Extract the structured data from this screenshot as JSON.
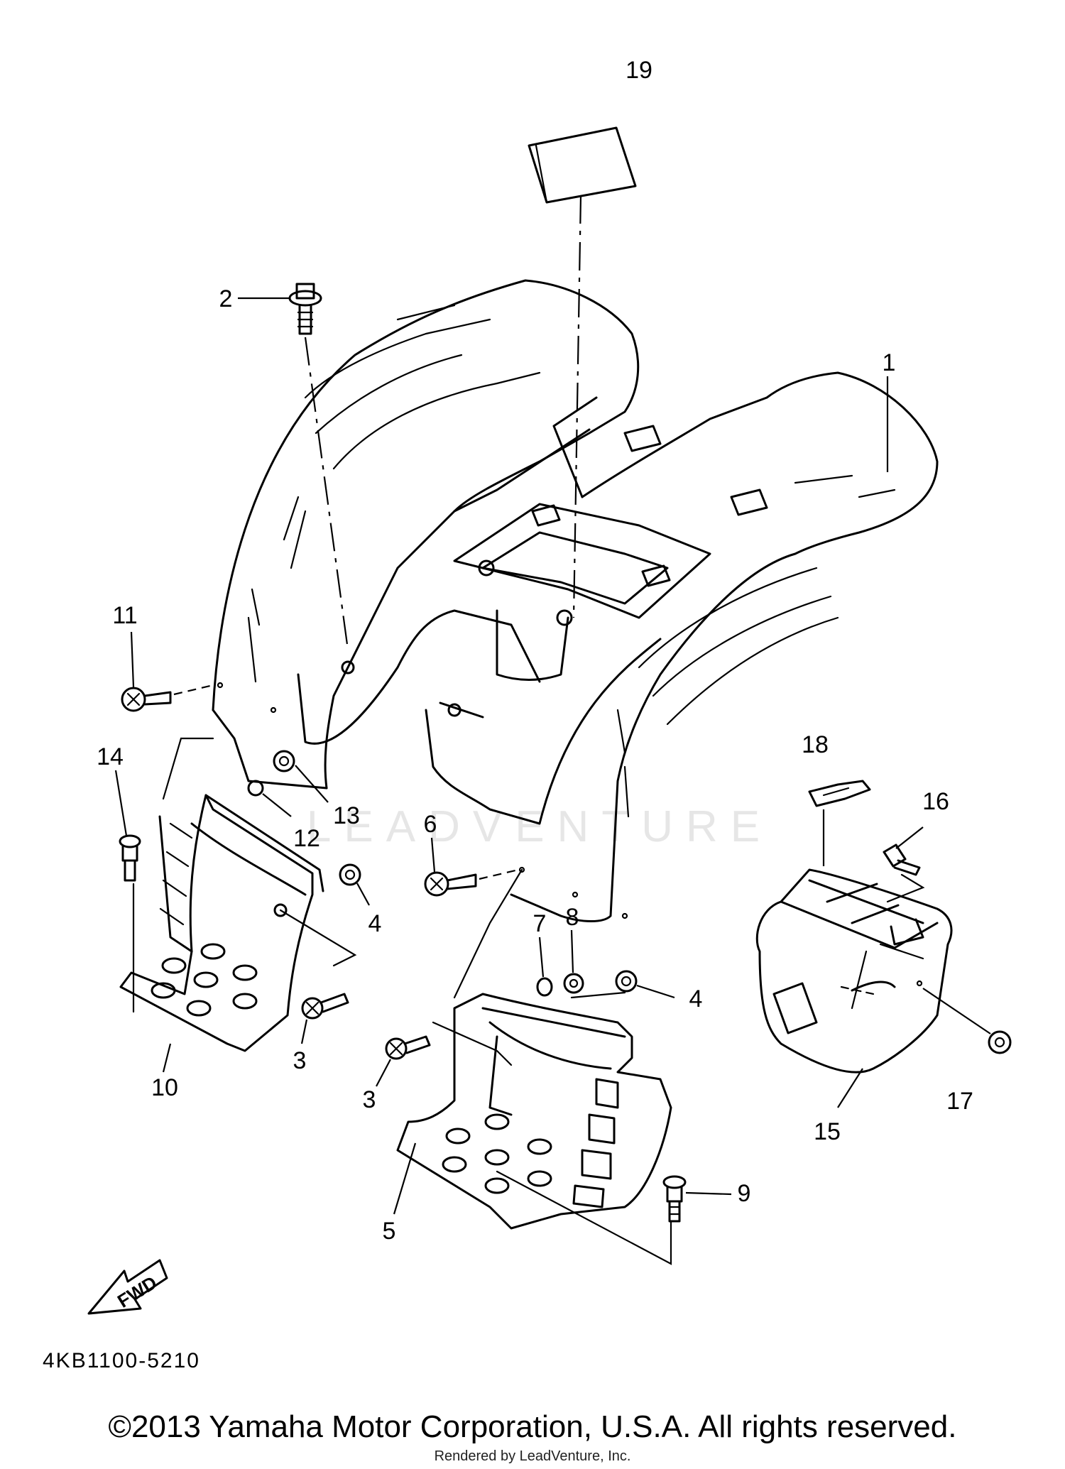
{
  "watermark": "LEADVENTURE",
  "fwd_label": "FWD",
  "diagram_code": "4KB1100-5210",
  "copyright": "©2013 Yamaha Motor Corporation, U.S.A. All rights reserved.",
  "rendered_by": "Rendered by LeadVenture, Inc.",
  "callouts": [
    {
      "id": "c1",
      "label": "1"
    },
    {
      "id": "c2",
      "label": "2"
    },
    {
      "id": "c3a",
      "label": "3"
    },
    {
      "id": "c3b",
      "label": "3"
    },
    {
      "id": "c4a",
      "label": "4"
    },
    {
      "id": "c4b",
      "label": "4"
    },
    {
      "id": "c5",
      "label": "5"
    },
    {
      "id": "c6",
      "label": "6"
    },
    {
      "id": "c7",
      "label": "7"
    },
    {
      "id": "c8",
      "label": "8"
    },
    {
      "id": "c9",
      "label": "9"
    },
    {
      "id": "c10",
      "label": "10"
    },
    {
      "id": "c11",
      "label": "11"
    },
    {
      "id": "c12",
      "label": "12"
    },
    {
      "id": "c13",
      "label": "13"
    },
    {
      "id": "c14",
      "label": "14"
    },
    {
      "id": "c15",
      "label": "15"
    },
    {
      "id": "c16",
      "label": "16"
    },
    {
      "id": "c17",
      "label": "17"
    },
    {
      "id": "c18",
      "label": "18"
    },
    {
      "id": "c19",
      "label": "19"
    }
  ]
}
